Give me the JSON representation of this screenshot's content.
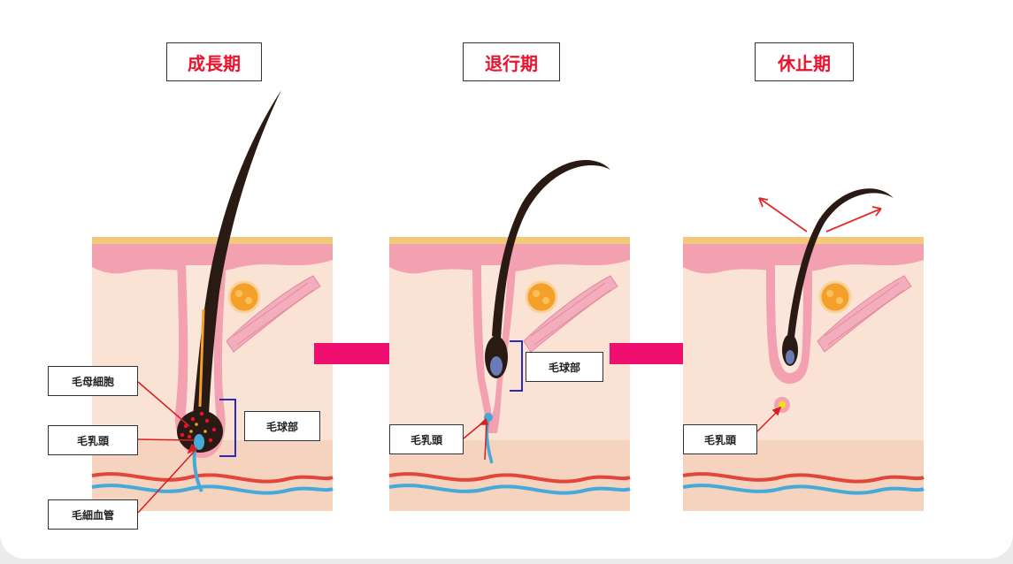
{
  "stages": [
    {
      "title": "成長期",
      "labels": [
        "毛母細胞",
        "毛乳頭",
        "毛細血管",
        "毛球部"
      ]
    },
    {
      "title": "退行期",
      "labels": [
        "毛球部",
        "毛乳頭"
      ]
    },
    {
      "title": "休止期",
      "labels": [
        "毛乳頭"
      ]
    }
  ],
  "colors": {
    "title_text": "#e8142d",
    "arrow": "#ee0f6e",
    "skin_top": "#f1c97a",
    "epidermis": "#f3a1b0",
    "dermis": "#fae3d4",
    "subcutis": "#f6d3bf",
    "hair": "#2a1a14",
    "vessel_red": "#e0473a",
    "vessel_blue": "#45a9d9",
    "bracket": "#2b2bb8",
    "pointer": "#d42020"
  },
  "icons": [
    "right-arrow-icon",
    "shedding-arrow-icon"
  ]
}
